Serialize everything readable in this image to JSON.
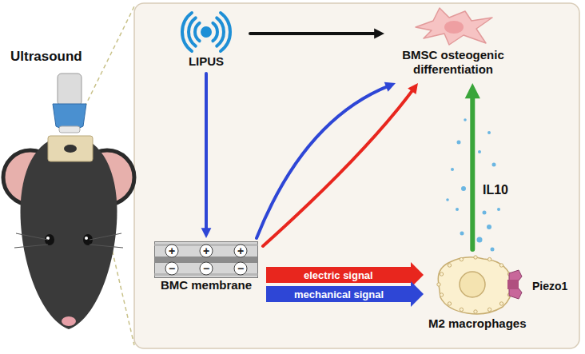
{
  "diagram": {
    "nodes": [
      {
        "text": [
          "LIPUS"
        ]
      },
      {
        "text": [
          "BMSC osteogenic differentiation"
        ]
      },
      {
        "text": [
          "BMC membrane"
        ]
      },
      {
        "text": [
          "M2 macrophages"
        ]
      }
    ],
    "edges": [
      {
        "from": 0,
        "to": 1,
        "arrow": "to"
      },
      {
        "from": 0,
        "to": 2,
        "arrow": "to"
      },
      {
        "from": 2,
        "to": 1,
        "arrow": "to"
      },
      {
        "from": 2,
        "to": 1,
        "arrow": "to"
      },
      {
        "from": 2,
        "to": 3,
        "label": "electric signal",
        "arrow": "to"
      },
      {
        "from": 2,
        "to": 3,
        "label": "mechanical signal",
        "arrow": "to"
      },
      {
        "from": 3,
        "to": 1,
        "label": "IL10",
        "arrow": "to"
      }
    ],
    "labels": [
      "Ultrasound",
      "+",
      "+",
      "+",
      "−",
      "−",
      "−",
      "Piezo1"
    ]
  }
}
